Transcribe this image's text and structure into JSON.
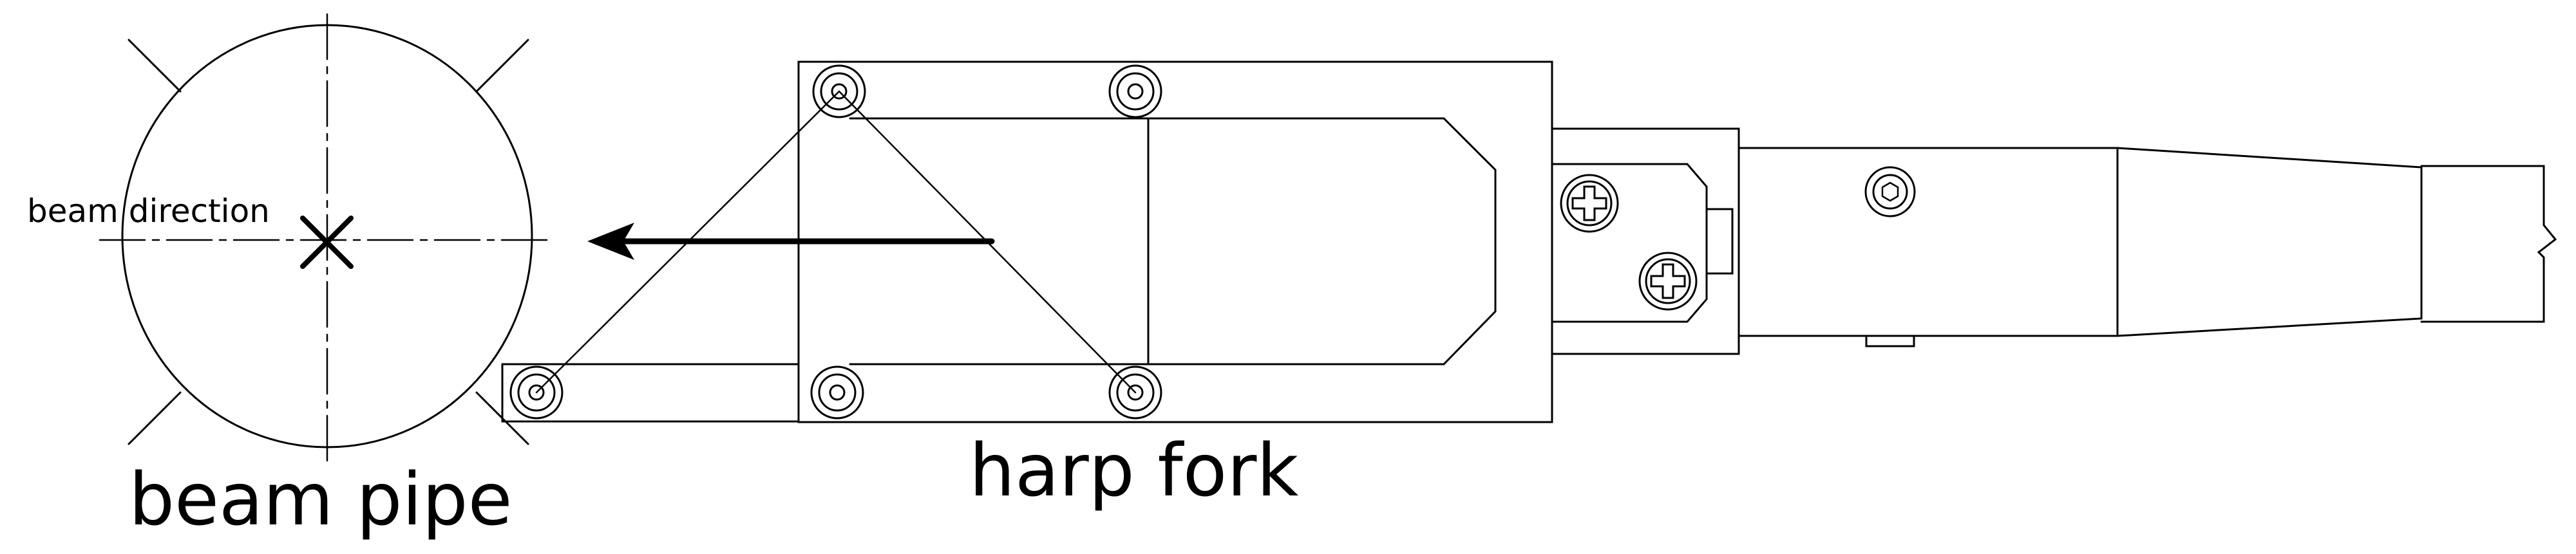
{
  "labels": {
    "beam_direction": "beam direction",
    "beam_pipe": "beam pipe",
    "harp_fork": "harp fork"
  },
  "colors": {
    "ink": "#000000",
    "background": "#ffffff"
  }
}
